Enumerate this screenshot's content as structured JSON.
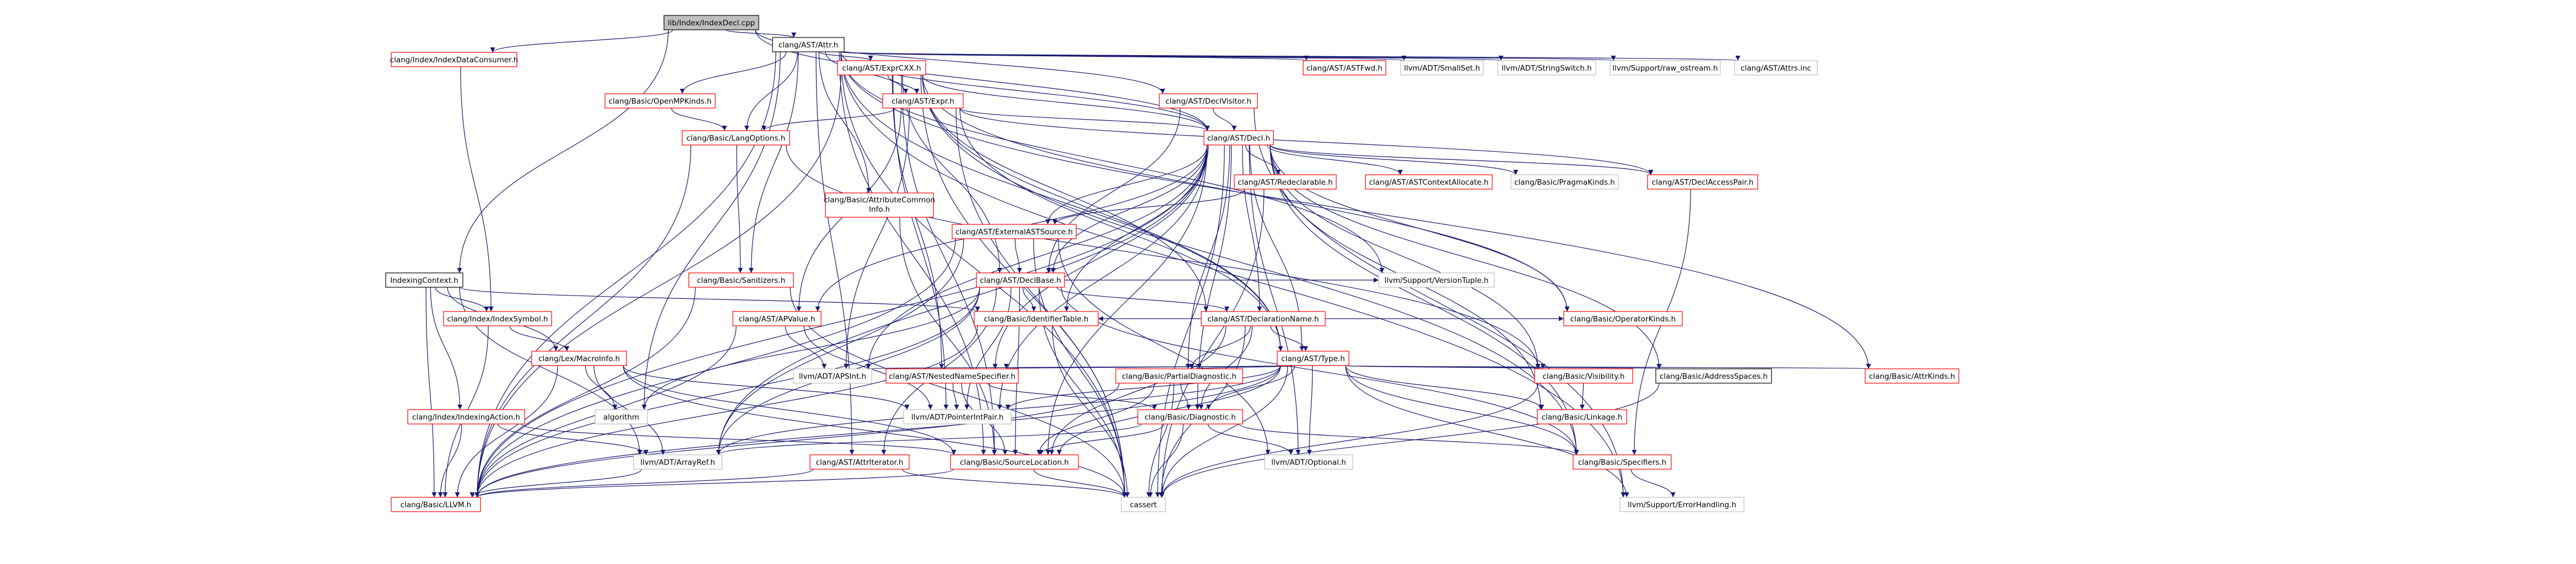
{
  "colors": {
    "background": "#ffffff",
    "node_fill": "#ffffff",
    "node_stroke_internal": "#ff0000",
    "node_stroke_external": "#bfbfbf",
    "root_fill": "#bfbfbf",
    "root_stroke": "#000000",
    "text": "#000000",
    "edge": "#191970"
  },
  "graph": {
    "root": "IndexDecl",
    "nodes": [
      {
        "id": "IndexDecl",
        "label": "lib/Index/IndexDecl.cpp",
        "kind": "root"
      },
      {
        "id": "IndexDataConsumer",
        "label": "clang/Index/IndexDataConsumer.h",
        "kind": "internal"
      },
      {
        "id": "IndexingContext",
        "label": "IndexingContext.h",
        "kind": "plain"
      },
      {
        "id": "AttrH",
        "label": "clang/AST/Attr.h",
        "kind": "plain"
      },
      {
        "id": "ExprCXX",
        "label": "clang/AST/ExprCXX.h",
        "kind": "internal"
      },
      {
        "id": "ASTFwd",
        "label": "clang/AST/ASTFwd.h",
        "kind": "internal"
      },
      {
        "id": "SmallSet",
        "label": "llvm/ADT/SmallSet.h",
        "kind": "external"
      },
      {
        "id": "StringSwitch",
        "label": "llvm/ADT/StringSwitch.h",
        "kind": "external"
      },
      {
        "id": "RawOstream",
        "label": "llvm/Support/raw_ostream.h",
        "kind": "external"
      },
      {
        "id": "AttrsInc",
        "label": "clang/AST/Attrs.inc",
        "kind": "external"
      },
      {
        "id": "OpenMPKinds",
        "label": "clang/Basic/OpenMPKinds.h",
        "kind": "internal"
      },
      {
        "id": "ExprH",
        "label": "clang/AST/Expr.h",
        "kind": "internal"
      },
      {
        "id": "DeclVisitor",
        "label": "clang/AST/DeclVisitor.h",
        "kind": "internal"
      },
      {
        "id": "LangOptions",
        "label": "clang/Basic/LangOptions.h",
        "kind": "internal"
      },
      {
        "id": "DeclH",
        "label": "clang/AST/Decl.h",
        "kind": "internal"
      },
      {
        "id": "Redeclarable",
        "label": "clang/AST/Redeclarable.h",
        "kind": "internal"
      },
      {
        "id": "ASTContextAllocate",
        "label": "clang/AST/ASTContextAllocate.h",
        "kind": "internal"
      },
      {
        "id": "PragmaKinds",
        "label": "clang/Basic/PragmaKinds.h",
        "kind": "external"
      },
      {
        "id": "DeclAccessPair",
        "label": "clang/AST/DeclAccessPair.h",
        "kind": "internal"
      },
      {
        "id": "AttributeCommonInfo",
        "label": "clang/Basic/AttributeCommon",
        "label2": "Info.h",
        "kind": "internal"
      },
      {
        "id": "ExternalASTSource",
        "label": "clang/AST/ExternalASTSource.h",
        "kind": "internal"
      },
      {
        "id": "Sanitizers",
        "label": "clang/Basic/Sanitizers.h",
        "kind": "internal"
      },
      {
        "id": "DeclBase",
        "label": "clang/AST/DeclBase.h",
        "kind": "internal"
      },
      {
        "id": "VersionTuple",
        "label": "llvm/Support/VersionTuple.h",
        "kind": "external"
      },
      {
        "id": "IndexSymbol",
        "label": "clang/Index/IndexSymbol.h",
        "kind": "internal"
      },
      {
        "id": "APValue",
        "label": "clang/AST/APValue.h",
        "kind": "internal"
      },
      {
        "id": "IdentifierTable",
        "label": "clang/Basic/IdentifierTable.h",
        "kind": "internal"
      },
      {
        "id": "DeclarationName",
        "label": "clang/AST/DeclarationName.h",
        "kind": "internal"
      },
      {
        "id": "OperatorKinds",
        "label": "clang/Basic/OperatorKinds.h",
        "kind": "internal"
      },
      {
        "id": "TypeH",
        "label": "clang/AST/Type.h",
        "kind": "internal"
      },
      {
        "id": "MacroInfo",
        "label": "clang/Lex/MacroInfo.h",
        "kind": "internal"
      },
      {
        "id": "APSInt",
        "label": "llvm/ADT/APSInt.h",
        "kind": "external"
      },
      {
        "id": "NestedNameSpecifier",
        "label": "clang/AST/NestedNameSpecifier.h",
        "kind": "internal"
      },
      {
        "id": "PartialDiagnostic",
        "label": "clang/Basic/PartialDiagnostic.h",
        "kind": "internal"
      },
      {
        "id": "Visibility",
        "label": "clang/Basic/Visibility.h",
        "kind": "internal"
      },
      {
        "id": "AddressSpaces",
        "label": "clang/Basic/AddressSpaces.h",
        "kind": "plain"
      },
      {
        "id": "AttrKinds",
        "label": "clang/Basic/AttrKinds.h",
        "kind": "internal"
      },
      {
        "id": "IndexingAction",
        "label": "clang/Index/IndexingAction.h",
        "kind": "internal"
      },
      {
        "id": "Algorithm",
        "label": "algorithm",
        "kind": "external"
      },
      {
        "id": "PointerIntPair",
        "label": "llvm/ADT/PointerIntPair.h",
        "kind": "external"
      },
      {
        "id": "Diagnostic",
        "label": "clang/Basic/Diagnostic.h",
        "kind": "internal"
      },
      {
        "id": "Linkage",
        "label": "clang/Basic/Linkage.h",
        "kind": "internal"
      },
      {
        "id": "ArrayRef",
        "label": "llvm/ADT/ArrayRef.h",
        "kind": "external"
      },
      {
        "id": "AttrIterator",
        "label": "clang/AST/AttrIterator.h",
        "kind": "internal"
      },
      {
        "id": "SourceLocation",
        "label": "clang/Basic/SourceLocation.h",
        "kind": "internal"
      },
      {
        "id": "Optional",
        "label": "llvm/ADT/Optional.h",
        "kind": "external"
      },
      {
        "id": "Specifiers",
        "label": "clang/Basic/Specifiers.h",
        "kind": "internal"
      },
      {
        "id": "LLVMH",
        "label": "clang/Basic/LLVM.h",
        "kind": "internal"
      },
      {
        "id": "Cassert",
        "label": "cassert",
        "kind": "external"
      },
      {
        "id": "ErrorHandling",
        "label": "llvm/Support/ErrorHandling.h",
        "kind": "external"
      }
    ],
    "edges": [
      [
        "IndexDecl",
        "IndexDataConsumer"
      ],
      [
        "IndexDecl",
        "IndexingContext"
      ],
      [
        "IndexDecl",
        "AttrH"
      ],
      [
        "IndexDecl",
        "DeclVisitor"
      ],
      [
        "IndexDecl",
        "DeclH"
      ],
      [
        "IndexDataConsumer",
        "IndexSymbol"
      ],
      [
        "IndexingContext",
        "IndexSymbol"
      ],
      [
        "IndexingContext",
        "IndexingAction"
      ],
      [
        "IndexingContext",
        "IdentifierTable"
      ],
      [
        "IndexingContext",
        "MacroInfo"
      ],
      [
        "IndexingContext",
        "ArrayRef"
      ],
      [
        "IndexingContext",
        "LLVMH"
      ],
      [
        "AttrH",
        "ASTFwd"
      ],
      [
        "AttrH",
        "AttrIterator"
      ],
      [
        "AttrH",
        "DeclH"
      ],
      [
        "AttrH",
        "ExprH"
      ],
      [
        "AttrH",
        "TypeH"
      ],
      [
        "AttrH",
        "AttrKinds"
      ],
      [
        "AttrH",
        "AttributeCommonInfo"
      ],
      [
        "AttrH",
        "LangOptions"
      ],
      [
        "AttrH",
        "LLVMH"
      ],
      [
        "AttrH",
        "OpenMPKinds"
      ],
      [
        "AttrH",
        "Sanitizers"
      ],
      [
        "AttrH",
        "SourceLocation"
      ],
      [
        "AttrH",
        "SmallSet"
      ],
      [
        "AttrH",
        "StringSwitch"
      ],
      [
        "AttrH",
        "ErrorHandling"
      ],
      [
        "AttrH",
        "VersionTuple"
      ],
      [
        "AttrH",
        "RawOstream"
      ],
      [
        "AttrH",
        "Algorithm"
      ],
      [
        "AttrH",
        "Cassert"
      ],
      [
        "AttrH",
        "AttrsInc"
      ],
      [
        "AttrH",
        "ExprCXX"
      ],
      [
        "ExprCXX",
        "DeclH"
      ],
      [
        "ExprCXX",
        "DeclBase"
      ],
      [
        "ExprCXX",
        "DeclarationName"
      ],
      [
        "ExprCXX",
        "ExprH"
      ],
      [
        "ExprCXX",
        "NestedNameSpecifier"
      ],
      [
        "ExprCXX",
        "TypeH"
      ],
      [
        "ExprCXX",
        "LLVMH"
      ],
      [
        "ExprCXX",
        "OperatorKinds"
      ],
      [
        "ExprCXX",
        "SourceLocation"
      ],
      [
        "ExprCXX",
        "Specifiers"
      ],
      [
        "ExprCXX",
        "PointerIntPair"
      ],
      [
        "ExprCXX",
        "Cassert"
      ],
      [
        "OpenMPKinds",
        "LangOptions"
      ],
      [
        "ExprH",
        "APValue"
      ],
      [
        "ExprH",
        "DeclH"
      ],
      [
        "ExprH",
        "DeclAccessPair"
      ],
      [
        "ExprH",
        "TypeH"
      ],
      [
        "ExprH",
        "LangOptions"
      ],
      [
        "ExprH",
        "APSInt"
      ],
      [
        "ExprH",
        "Cassert"
      ],
      [
        "DeclVisitor",
        "DeclH"
      ],
      [
        "DeclVisitor",
        "DeclBase"
      ],
      [
        "DeclVisitor",
        "ErrorHandling"
      ],
      [
        "LangOptions",
        "LLVMH"
      ],
      [
        "LangOptions",
        "Sanitizers"
      ],
      [
        "LangOptions",
        "Visibility"
      ],
      [
        "DeclH",
        "APValue"
      ],
      [
        "DeclH",
        "ASTContextAllocate"
      ],
      [
        "DeclH",
        "DeclBase"
      ],
      [
        "DeclH",
        "DeclarationName"
      ],
      [
        "DeclH",
        "ExternalASTSource"
      ],
      [
        "DeclH",
        "NestedNameSpecifier"
      ],
      [
        "DeclH",
        "Redeclarable"
      ],
      [
        "DeclH",
        "TypeH"
      ],
      [
        "DeclH",
        "AddressSpaces"
      ],
      [
        "DeclH",
        "Diagnostic"
      ],
      [
        "DeclH",
        "IdentifierTable"
      ],
      [
        "DeclH",
        "LLVMH"
      ],
      [
        "DeclH",
        "Linkage"
      ],
      [
        "DeclH",
        "OperatorKinds"
      ],
      [
        "DeclH",
        "PartialDiagnostic"
      ],
      [
        "DeclH",
        "PragmaKinds"
      ],
      [
        "DeclH",
        "SourceLocation"
      ],
      [
        "DeclH",
        "Specifiers"
      ],
      [
        "DeclH",
        "Visibility"
      ],
      [
        "DeclH",
        "APSInt"
      ],
      [
        "DeclH",
        "ArrayRef"
      ],
      [
        "DeclH",
        "Optional"
      ],
      [
        "DeclH",
        "PointerIntPair"
      ],
      [
        "DeclH",
        "Cassert"
      ],
      [
        "DeclH",
        "DeclAccessPair"
      ],
      [
        "Redeclarable",
        "ExternalASTSource"
      ],
      [
        "Redeclarable",
        "Cassert"
      ],
      [
        "DeclAccessPair",
        "Specifiers"
      ],
      [
        "AttributeCommonInfo",
        "SourceLocation"
      ],
      [
        "ExternalASTSource",
        "DeclBase"
      ],
      [
        "ExternalASTSource",
        "LLVMH"
      ],
      [
        "ExternalASTSource",
        "ArrayRef"
      ],
      [
        "ExternalASTSource",
        "Optional"
      ],
      [
        "ExternalASTSource",
        "Cassert"
      ],
      [
        "Sanitizers",
        "LLVMH"
      ],
      [
        "Sanitizers",
        "Cassert"
      ],
      [
        "DeclBase",
        "AttrIterator"
      ],
      [
        "DeclBase",
        "DeclarationName"
      ],
      [
        "DeclBase",
        "IdentifierTable"
      ],
      [
        "DeclBase",
        "LLVMH"
      ],
      [
        "DeclBase",
        "SourceLocation"
      ],
      [
        "DeclBase",
        "Specifiers"
      ],
      [
        "DeclBase",
        "ArrayRef"
      ],
      [
        "DeclBase",
        "PointerIntPair"
      ],
      [
        "DeclBase",
        "VersionTuple"
      ],
      [
        "DeclBase",
        "Algorithm"
      ],
      [
        "DeclBase",
        "Cassert"
      ],
      [
        "IndexSymbol",
        "MacroInfo"
      ],
      [
        "IndexSymbol",
        "LLVMH"
      ],
      [
        "APValue",
        "LLVMH"
      ],
      [
        "APValue",
        "APSInt"
      ],
      [
        "APValue",
        "PointerIntPair"
      ],
      [
        "IdentifierTable",
        "LLVMH"
      ],
      [
        "IdentifierTable",
        "Cassert"
      ],
      [
        "DeclarationName",
        "IdentifierTable"
      ],
      [
        "DeclarationName",
        "OperatorKinds"
      ],
      [
        "DeclarationName",
        "PartialDiagnostic"
      ],
      [
        "DeclarationName",
        "SourceLocation"
      ],
      [
        "DeclarationName",
        "TypeH"
      ],
      [
        "DeclarationName",
        "Diagnostic"
      ],
      [
        "DeclarationName",
        "Cassert"
      ],
      [
        "TypeH",
        "NestedNameSpecifier"
      ],
      [
        "TypeH",
        "AddressSpaces"
      ],
      [
        "TypeH",
        "AttrKinds"
      ],
      [
        "TypeH",
        "Diagnostic"
      ],
      [
        "TypeH",
        "LLVMH"
      ],
      [
        "TypeH",
        "Linkage"
      ],
      [
        "TypeH",
        "PartialDiagnostic"
      ],
      [
        "TypeH",
        "SourceLocation"
      ],
      [
        "TypeH",
        "Specifiers"
      ],
      [
        "TypeH",
        "Visibility"
      ],
      [
        "TypeH",
        "APSInt"
      ],
      [
        "TypeH",
        "ArrayRef"
      ],
      [
        "TypeH",
        "Optional"
      ],
      [
        "TypeH",
        "PointerIntPair"
      ],
      [
        "TypeH",
        "Cassert"
      ],
      [
        "TypeH",
        "ErrorHandling"
      ],
      [
        "MacroInfo",
        "SourceLocation"
      ],
      [
        "MacroInfo",
        "ArrayRef"
      ],
      [
        "MacroInfo",
        "PointerIntPair"
      ],
      [
        "MacroInfo",
        "Algorithm"
      ],
      [
        "MacroInfo",
        "Cassert"
      ],
      [
        "MacroInfo",
        "LLVMH"
      ],
      [
        "NestedNameSpecifier",
        "Diagnostic"
      ],
      [
        "NestedNameSpecifier",
        "SourceLocation"
      ],
      [
        "NestedNameSpecifier",
        "PointerIntPair"
      ],
      [
        "PartialDiagnostic",
        "Diagnostic"
      ],
      [
        "PartialDiagnostic",
        "LLVMH"
      ],
      [
        "PartialDiagnostic",
        "SourceLocation"
      ],
      [
        "PartialDiagnostic",
        "Cassert"
      ],
      [
        "Visibility",
        "Linkage"
      ],
      [
        "Visibility",
        "Cassert"
      ],
      [
        "AddressSpaces",
        "Cassert"
      ],
      [
        "IndexingAction",
        "ArrayRef"
      ],
      [
        "IndexingAction",
        "LLVMH"
      ],
      [
        "IndexingAction",
        "SourceLocation"
      ],
      [
        "Diagnostic",
        "SourceLocation"
      ],
      [
        "Diagnostic",
        "Specifiers"
      ],
      [
        "Diagnostic",
        "ArrayRef"
      ],
      [
        "Diagnostic",
        "Optional"
      ],
      [
        "Diagnostic",
        "Cassert"
      ],
      [
        "ArrayRef",
        "LLVMH"
      ],
      [
        "AttrIterator",
        "LLVMH"
      ],
      [
        "AttrIterator",
        "Cassert"
      ],
      [
        "SourceLocation",
        "LLVMH"
      ],
      [
        "SourceLocation",
        "Cassert"
      ],
      [
        "Specifiers",
        "ErrorHandling"
      ]
    ]
  }
}
